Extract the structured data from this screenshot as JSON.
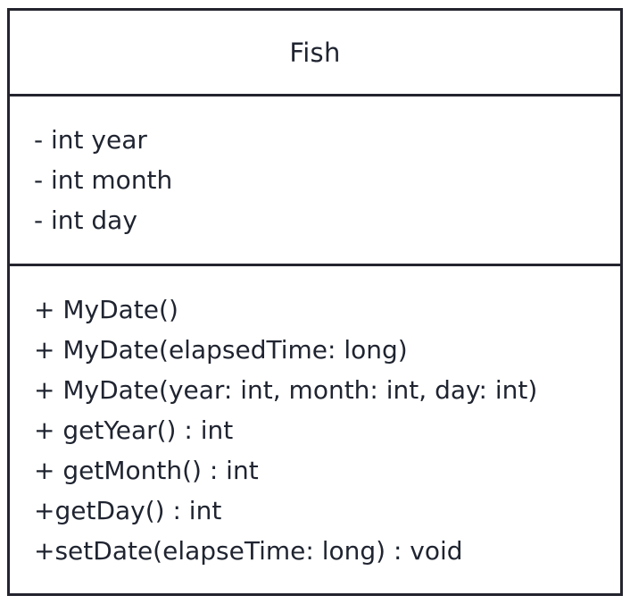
{
  "class": {
    "name": "Fish",
    "attributes": [
      "- int year",
      "- int month",
      "- int day"
    ],
    "methods": [
      "+ MyDate()",
      "+ MyDate(elapsedTime: long)",
      "+ MyDate(year: int, month: int, day: int)",
      "+ getYear() : int",
      "+ getMonth() : int",
      "+getDay() : int",
      "+setDate(elapseTime: long) : void"
    ]
  }
}
